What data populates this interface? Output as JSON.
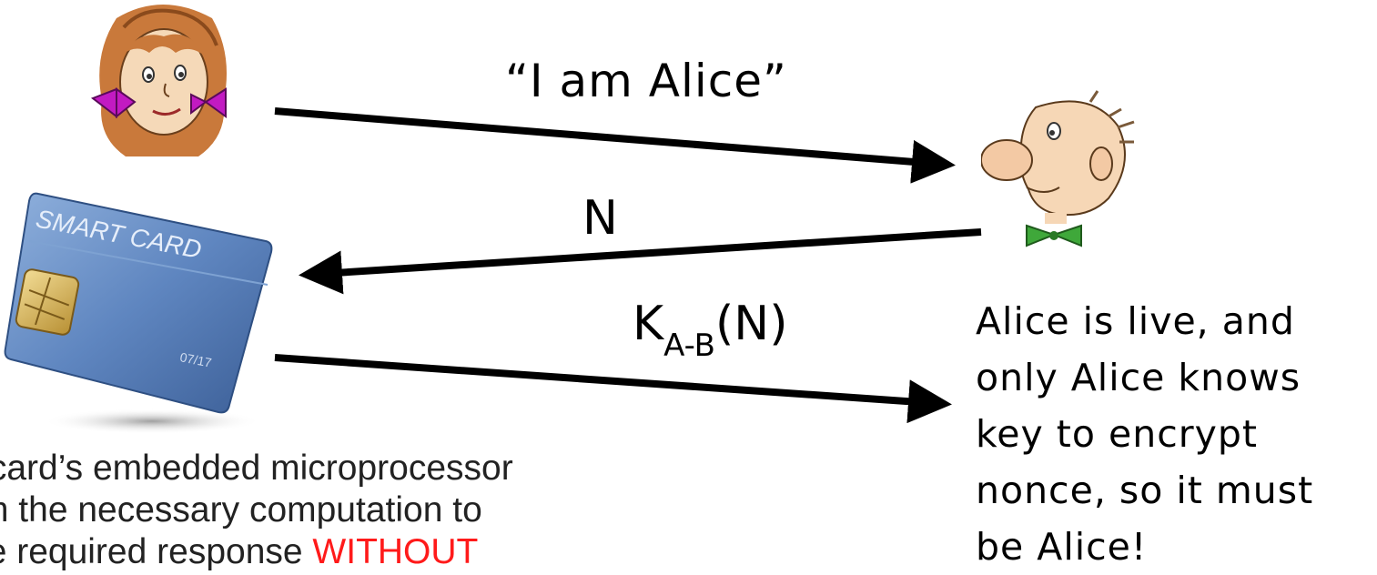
{
  "messages": {
    "claim": "“I am Alice”",
    "nonce": "N",
    "response_key": "K",
    "response_subscript": "A-B",
    "response_arg": "(N)"
  },
  "card": {
    "brand_text": "SMART CARD",
    "expiry": "07/17",
    "color": "#5f86c0"
  },
  "conclusion": {
    "lines": [
      "Alice is live, and",
      "only Alice knows",
      "key to encrypt",
      "nonce, so it must",
      "be Alice!"
    ]
  },
  "footnote": {
    "line1": "rtcard’s embedded microprocessor",
    "line2": "rm the necessary computation to",
    "line3_start": "he required response ",
    "line3_red": "WITHOUT"
  },
  "colors": {
    "arrow": "#000000",
    "highlight": "#ff1a1a",
    "bow_alice": "#c21ac2",
    "bow_bob": "#3fa83a"
  }
}
